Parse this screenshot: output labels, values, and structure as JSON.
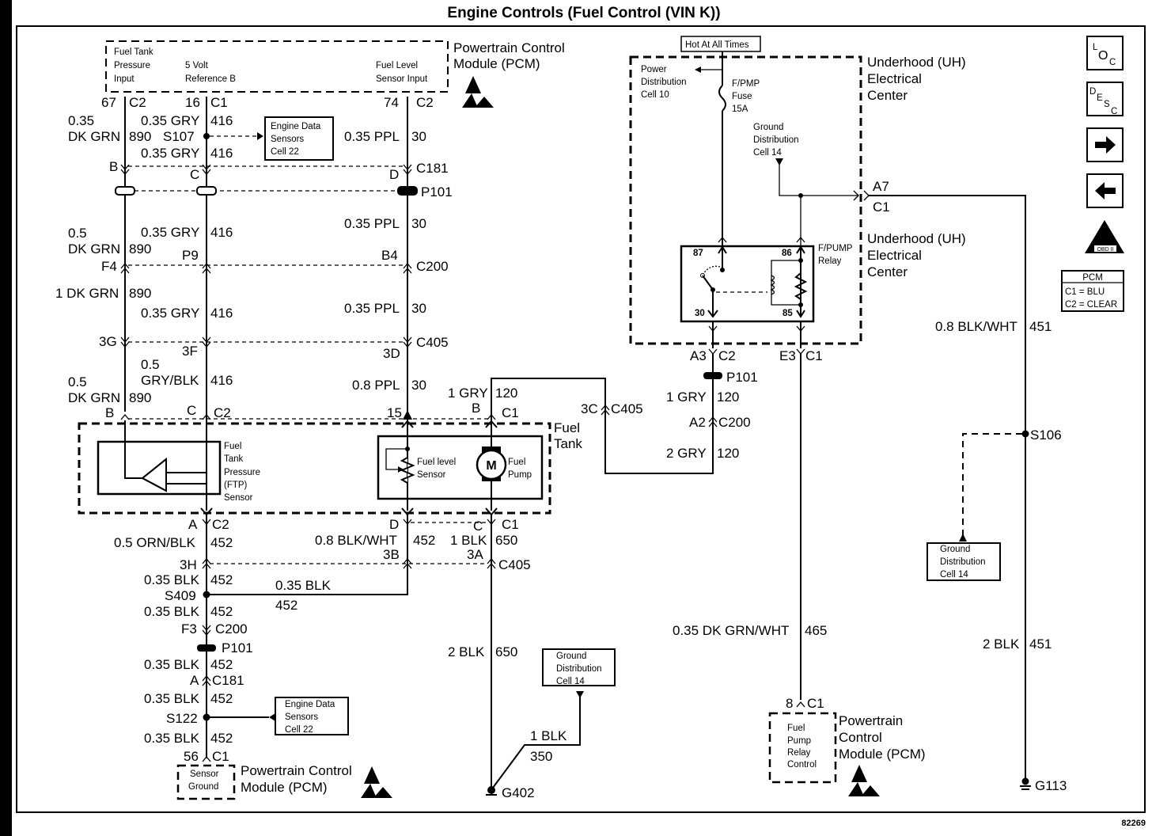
{
  "title": "Engine Controls (Fuel Control (VIN K))",
  "figure_number": "82269",
  "side_icons": {
    "loc": {
      "a": "L",
      "b": "O",
      "c": "C"
    },
    "desc": {
      "a": "D",
      "b": "E",
      "c": "S",
      "d": "C"
    },
    "next_icon": "arrow-right-icon",
    "prev_icon": "arrow-left-icon",
    "obd_label": "OBD II",
    "pcm_legend": {
      "header": "PCM",
      "row1": "C1 = BLU",
      "row2": "C2 = CLEAR"
    }
  },
  "pcm_top": {
    "name_line1": "Powertrain Control",
    "name_line2": "Module (PCM)",
    "pins": [
      {
        "l1": "Fuel Tank",
        "l2": "Pressure",
        "l3": "Input"
      },
      {
        "l1": "",
        "l2": "5 Volt",
        "l3": "Reference B"
      },
      {
        "l1": "",
        "l2": "Fuel Level",
        "l3": "Sensor Input"
      }
    ]
  },
  "uh_center": {
    "hot_label": "Hot At All Times",
    "name_line1": "Underhood (UH)",
    "name_line2": "Electrical",
    "name_line3": "Center",
    "power_dist": {
      "l1": "Power",
      "l2": "Distribution",
      "l3": "Cell 10"
    },
    "fuse": {
      "l1": "F/PMP",
      "l2": "Fuse",
      "l3": "15A"
    },
    "ground_dist": {
      "l1": "Ground",
      "l2": "Distribution",
      "l3": "Cell 14"
    },
    "relay": {
      "l1": "F/PUMP",
      "l2": "Relay",
      "p87": "87",
      "p86": "86",
      "p30": "30",
      "p85": "85"
    }
  },
  "fuel_tank": {
    "name_line1": "Fuel",
    "name_line2": "Tank",
    "ftp": {
      "l1": "Fuel",
      "l2": "Tank",
      "l3": "Pressure",
      "l4": "(FTP)",
      "l5": "Sensor"
    },
    "level": {
      "l1": "Fuel level",
      "l2": "Sensor"
    },
    "pump": {
      "l1": "Fuel",
      "l2": "Pump",
      "motor": "M"
    }
  },
  "refs": {
    "eds_top": {
      "l1": "Engine Data",
      "l2": "Sensors",
      "l3": "Cell 22"
    },
    "eds_bottom": {
      "l1": "Engine Data",
      "l2": "Sensors",
      "l3": "Cell 22"
    },
    "gd_mid": {
      "l1": "Ground",
      "l2": "Distribution",
      "l3": "Cell 14"
    },
    "gd_right": {
      "l1": "Ground",
      "l2": "Distribution",
      "l3": "Cell 14"
    }
  },
  "pcm_bottom_left": {
    "l1": "Sensor",
    "l2": "Ground",
    "name_line1": "Powertrain Control",
    "name_line2": "Module (PCM)"
  },
  "pcm_bottom_right": {
    "l1": "Fuel",
    "l2": "Pump",
    "l3": "Relay",
    "l4": "Control",
    "name_line1": "Powertrain",
    "name_line2": "Control",
    "name_line3": "Module (PCM)"
  },
  "labels": {
    "c67": "67",
    "c67b": "C2",
    "c16": "16",
    "c16b": "C1",
    "c74": "74",
    "c74b": "C2",
    "w1a": "0.35",
    "w1b": "DK GRN",
    "w1n": "890",
    "w2a": "0.35 GRY",
    "w2n": "416",
    "s107": "S107",
    "w2b": "0.35 GRY",
    "w2bn": "416",
    "w3a": "0.35 PPL",
    "w3n": "30",
    "c181B": "B",
    "c181C": "C",
    "c181D": "D",
    "c181": "C181",
    "p101": "P101",
    "w4a": "0.5",
    "w4b": "DK GRN",
    "w4n": "890",
    "w5a": "0.35 GRY",
    "w5n": "416",
    "w6a": "0.35 PPL",
    "w6n": "30",
    "c200F4": "F4",
    "c200P9": "P9",
    "c200B4": "B4",
    "c200": "C200",
    "w7a": "1 DK GRN",
    "w7n": "890",
    "w8a": "0.35 GRY",
    "w8n": "416",
    "w9a": "0.35 PPL",
    "w9n": "30",
    "c405_3G": "3G",
    "c405_3F": "3F",
    "c405_3D": "3D",
    "c405": "C405",
    "w10a": "0.5",
    "w10b": "DK GRN",
    "w10n": "890",
    "w11a": "0.5",
    "w11b": "GRY/BLK",
    "w11n": "416",
    "w12a": "0.8 PPL",
    "w12n": "30",
    "ftB": "B",
    "ftC": "C",
    "ftC2": "C2",
    "ft15": "15",
    "ftBp": "B",
    "ftC1": "C1",
    "w13a": "1 GRY",
    "w13n": "120",
    "c405_3C": "3C",
    "c405b": "C405",
    "uhA3": "A3",
    "uhC2": "C2",
    "uhP101": "P101",
    "w14a": "1 GRY",
    "w14n": "120",
    "c200A2": "A2",
    "c200b": "C200",
    "w15a": "2 GRY",
    "w15n": "120",
    "uhE3": "E3",
    "uhC1": "C1",
    "a7": "A7",
    "a7c1": "C1",
    "ftA": "A",
    "ftAC2": "C2",
    "w16a": "0.5 ORN/BLK",
    "w16n": "452",
    "ftD": "D",
    "w17a": "0.8 BLK/WHT",
    "w17n": "452",
    "c405_3B": "3B",
    "ftCc": "C",
    "ftCC1": "C1",
    "w18a": "1 BLK",
    "w18n": "650",
    "c405_3A": "3A",
    "c405c": "C405",
    "c405_3H": "3H",
    "w19a": "0.35 BLK",
    "w19n": "452",
    "s409": "S409",
    "w20a": "0.35 BLK",
    "w20n": "452",
    "w21a": "0.35 BLK",
    "w21n": "452",
    "c200F3": "F3",
    "c200c": "C200",
    "p101b": "P101",
    "w22a": "0.35 BLK",
    "w22n": "452",
    "c181A": "A",
    "c181b": "C181",
    "w23a": "0.35 BLK",
    "w23n": "452",
    "s122": "S122",
    "w24a": "0.35 BLK",
    "w24n": "452",
    "c56": "56",
    "c56b": "C1",
    "w25a": "2 BLK",
    "w25n": "650",
    "w26a": "1 BLK",
    "w26n": "350",
    "g402": "G402",
    "w27a": "0.35 DK GRN/WHT",
    "w27n": "465",
    "c8": "8",
    "c8b": "C1",
    "w28a": "0.8 BLK/WHT",
    "w28n": "451",
    "s106": "S106",
    "w29a": "2 BLK",
    "w29n": "451",
    "g113": "G113"
  }
}
